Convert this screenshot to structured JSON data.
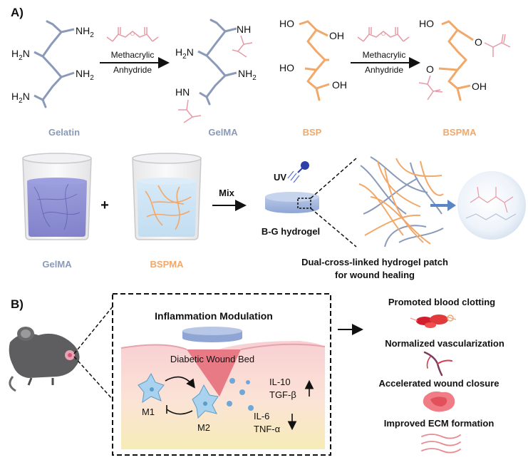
{
  "panel_a": {
    "label": "A)",
    "reaction_label_1": "Methacrylic",
    "reaction_label_2": "Anhydride",
    "nh2": "NH",
    "nh2_sub": "2",
    "h2n": "H",
    "h2n_sub": "2",
    "h2n_n": "N",
    "nh": "NH",
    "hn": "HN",
    "ho": "HO",
    "oh": "OH",
    "o": "O",
    "name_gelatin": "Gelatin",
    "name_gelma": "GelMA",
    "name_bsp": "BSP",
    "name_bspma": "BSPMA",
    "plus": "+",
    "mix": "Mix",
    "uv": "UV",
    "hydrogel_label": "B-G hydrogel",
    "beaker1_label": "GelMA",
    "beaker2_label": "BSPMA",
    "patch_line1": "Dual-cross-linked hydrogel patch",
    "patch_line2": "for wound healing"
  },
  "panel_b": {
    "label": "B)",
    "box_title": "Inflammation Modulation",
    "wound_bed": "Diabetic Wound Bed",
    "m1": "M1",
    "m2": "M2",
    "il10": "IL-10",
    "tgfb": "TGF-β",
    "il6": "IL-6",
    "tnfa": "TNF-α",
    "outcomes": [
      "Promoted blood clotting",
      "Normalized vascularization",
      "Accelerated  wound closure",
      "Improved ECM formation"
    ]
  },
  "colors": {
    "gelatin": "#8a9ab8",
    "bsp": "#f2a868",
    "methacryl": "#e89aa6",
    "hydrogel_disc": "#9fb3dc",
    "wound": "#e87a86",
    "arrow_blue": "#5b86c5"
  }
}
